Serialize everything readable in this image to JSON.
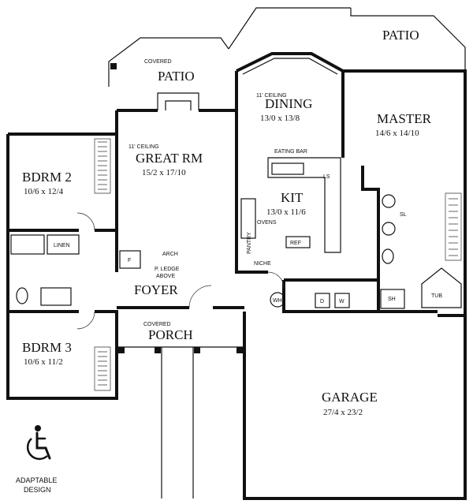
{
  "rooms": {
    "patio_left": {
      "note": "COVERED",
      "name": "PATIO"
    },
    "patio_right": {
      "name": "PATIO"
    },
    "dining": {
      "note": "11' CEILING",
      "name": "DINING",
      "size": "13/0 x 13/8"
    },
    "great_room": {
      "note": "11' CEILING",
      "name": "GREAT RM",
      "size": "15/2 x 17/10"
    },
    "master": {
      "name": "MASTER",
      "size": "14/6 x 14/10"
    },
    "bedroom2": {
      "name": "BDRM 2",
      "size": "10/6 x 12/4"
    },
    "kitchen": {
      "name": "KIT",
      "size": "13/0 x 11/6"
    },
    "foyer": {
      "name": "FOYER"
    },
    "porch": {
      "note": "COVERED",
      "name": "PORCH"
    },
    "bedroom3": {
      "name": "BDRM 3",
      "size": "10/6 x 11/2"
    },
    "garage": {
      "name": "GARAGE",
      "size": "27/4 x 23/2"
    }
  },
  "fixtures": {
    "eating_bar": "EATING BAR",
    "ovens": "OVENS",
    "pantry": "PANTRY",
    "niche": "NICHE",
    "ref": "REF",
    "ls": "LS",
    "linen": "LINEN",
    "arch": "ARCH",
    "ledge": "P. LEDGE",
    "ledge_above": "ABOVE",
    "fireplace": "F",
    "wh": "WH",
    "dryer": "D",
    "washer": "W",
    "sh": "SH",
    "tub": "TUB",
    "sl": "SL"
  },
  "badge": {
    "line1": "ADAPTABLE",
    "line2": "DESIGN",
    "icon": "wheelchair-icon"
  }
}
